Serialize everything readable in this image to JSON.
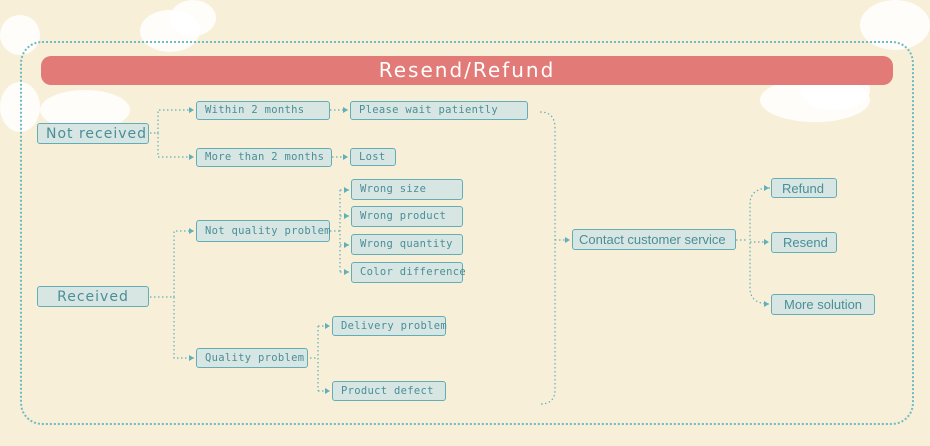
{
  "title": "Resend/Refund",
  "left_nodes": {
    "not_received": "Not received",
    "received": "Received"
  },
  "middle_nodes": {
    "within_2_months": "Within 2 months",
    "more_than_2_months": "More than 2 months",
    "not_quality_problem": "Not quality problem",
    "quality_problem": "Quality problem"
  },
  "right_nodes": {
    "please_wait": "Please wait patiently",
    "lost": "Lost",
    "wrong_size": "Wrong size",
    "wrong_product": "Wrong product",
    "wrong_quantity": "Wrong quantity",
    "color_difference": "Color difference",
    "delivery_problem": "Delivery problem",
    "product_defect": "Product defect"
  },
  "contact": "Contact customer service",
  "outcomes": {
    "refund": "Refund",
    "resend": "Resend",
    "more_solution": "More solution"
  },
  "colors": {
    "background": "#f8efd9",
    "banner": "#e27b77",
    "node_fill": "#d7e6e3",
    "node_border": "#63aeb6",
    "node_text": "#4a8e98",
    "connector": "#5fb0b8"
  }
}
